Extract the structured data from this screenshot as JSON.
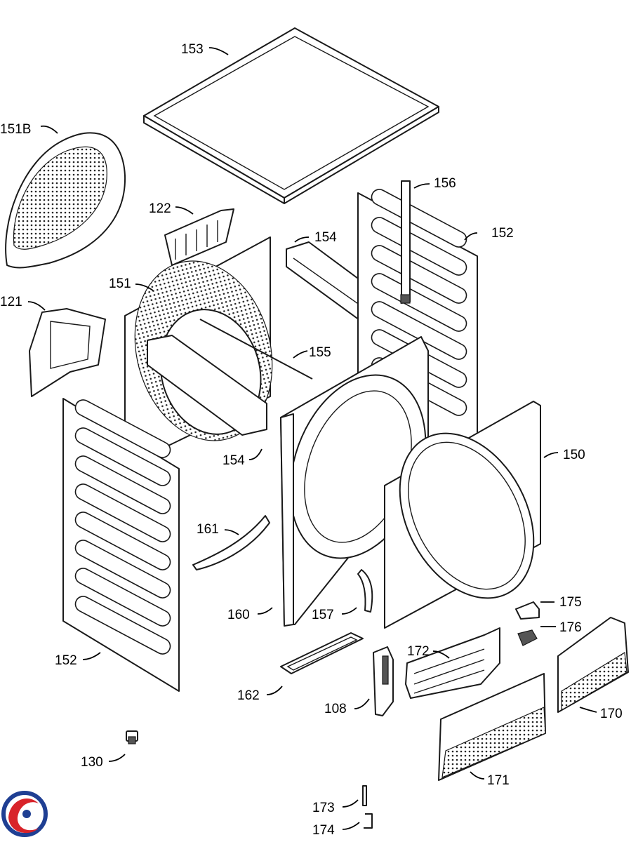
{
  "diagram": {
    "labels": {
      "p153": "153",
      "p151b": "151B",
      "p122": "122",
      "p156": "156",
      "p152_top": "152",
      "p154_top": "154",
      "p151": "151",
      "p121": "121",
      "p155": "155",
      "p150": "150",
      "p154_bottom": "154",
      "p161": "161",
      "p160": "160",
      "p157": "157",
      "p175": "175",
      "p176": "176",
      "p172": "172",
      "p152_bottom": "152",
      "p162": "162",
      "p108": "108",
      "p170": "170",
      "p130": "130",
      "p171": "171",
      "p173": "173",
      "p174": "174"
    },
    "logo": {
      "colors": {
        "red": "#d8232a",
        "blue": "#1f3f93"
      }
    }
  }
}
